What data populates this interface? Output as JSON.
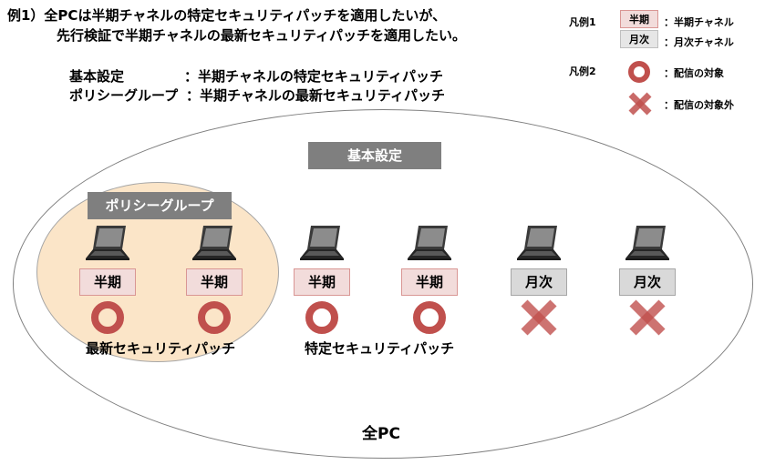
{
  "header": {
    "line1": "例1）全PCは半期チャネルの特定セキュリティパッチを適用したいが、",
    "line2": "先行検証で半期チャネルの最新セキュリティパッチを適用したい。",
    "setting1_label": "基本設定",
    "setting1_value": "：半期チャネルの特定セキュリティパッチ",
    "setting2_label": "ポリシーグループ",
    "setting2_value": "：半期チャネルの最新セキュリティパッチ"
  },
  "legend": {
    "legend1_title": "凡例1",
    "half_box": "半期",
    "half_desc": "：半期チャネル",
    "month_box": "月次",
    "month_desc": "：月次チャネル",
    "legend2_title": "凡例2",
    "target_desc": "：配信の対象",
    "nontarget_desc": "：配信の対象外"
  },
  "diagram": {
    "base_setting_label": "基本設定",
    "policy_group_label": "ポリシーグループ",
    "all_pc_label": "全PC",
    "latest_patch_label": "最新セキュリティパッチ",
    "specific_patch_label": "特定セキュリティパッチ",
    "pcs": [
      {
        "channel": "半期",
        "status": "target"
      },
      {
        "channel": "半期",
        "status": "target"
      },
      {
        "channel": "半期",
        "status": "target"
      },
      {
        "channel": "半期",
        "status": "target"
      },
      {
        "channel": "月次",
        "status": "non-target"
      },
      {
        "channel": "月次",
        "status": "non-target"
      }
    ]
  },
  "colors": {
    "half_fill": "#f2dcdb",
    "month_fill": "#d9d9d9",
    "target_ring": "#c0504d",
    "nontarget_cross": "#c0504d",
    "policy_fill": "#fbe5c8",
    "dark_label": "#7f7f7f"
  }
}
